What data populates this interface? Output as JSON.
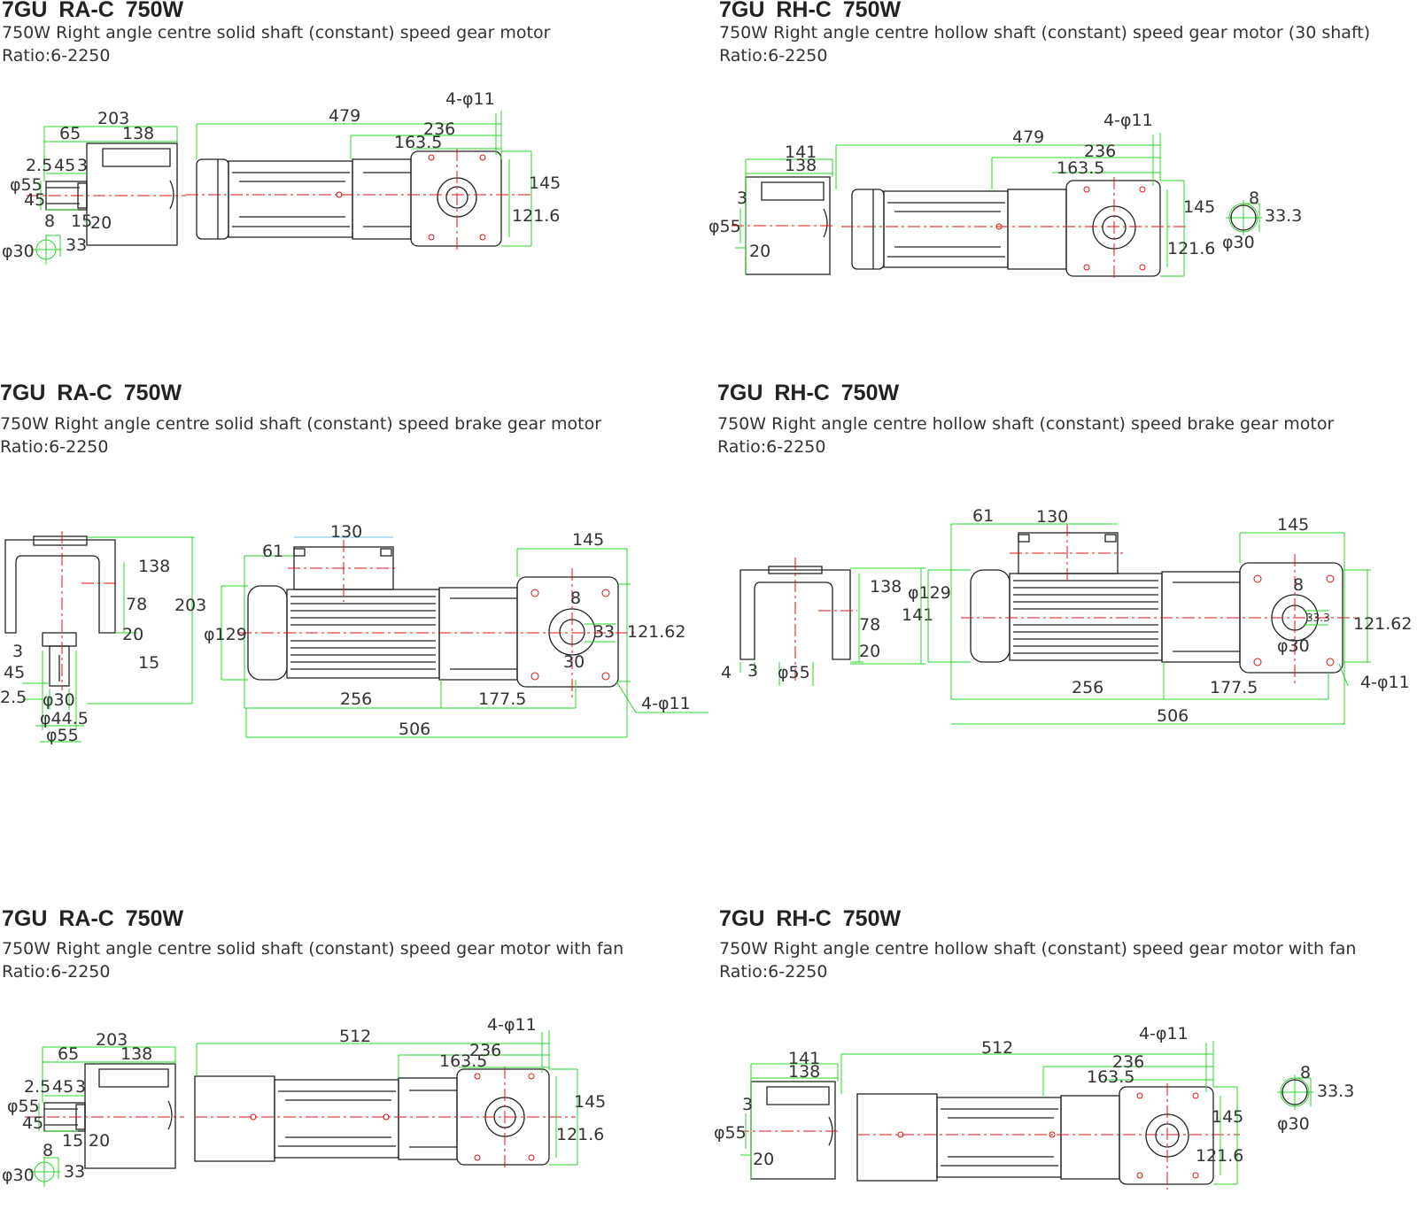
{
  "panels": [
    {
      "title": "7GU  RA-C  750W",
      "subtitle": "750W Right angle centre solid shaft (constant) speed gear motor",
      "ratio": "Ratio:6-2250"
    },
    {
      "title": "7GU  RH-C  750W",
      "subtitle": "750W Right angle centre hollow shaft (constant) speed gear motor (30 shaft)",
      "ratio": "Ratio:6-2250"
    },
    {
      "title": "7GU   RA-C  750W",
      "subtitle": "750W Right angle centre solid shaft (constant) speed brake gear motor",
      "ratio": "Ratio:6-2250"
    },
    {
      "title": "7GU  RH-C  750W",
      "subtitle": "750W Right angle centre hollow shaft   (constant)   speed brake gear motor",
      "ratio": "Ratio:6-2250"
    },
    {
      "title": "7GU  RA-C  750W",
      "subtitle": "750W Right angle centre solid shaft (constant) speed gear motor with fan",
      "ratio": "Ratio:6-2250"
    },
    {
      "title": "7GU  RH-C  750W",
      "subtitle": "750W Right angle centre hollow shaft (constant) speed gear motor with fan",
      "ratio": "Ratio:6-2250"
    }
  ],
  "dims": {
    "p1": {
      "d203": "203",
      "d65": "65",
      "d138": "138",
      "d2_5": "2.5",
      "d45a": "45",
      "d3": "3",
      "phi55": "φ55",
      "d45b": "45",
      "d8": "8",
      "d15": "15",
      "d20": "20",
      "phi30": "φ30",
      "d33": "33",
      "d479": "479",
      "hole": "4-φ11",
      "d236": "236",
      "d163_5": "163.5",
      "d145": "145",
      "d121_6": "121.6"
    },
    "p2": {
      "d141": "141",
      "d138": "138",
      "d3": "3",
      "phi55": "φ55",
      "d20": "20",
      "d479": "479",
      "hole": "4-φ11",
      "d236": "236",
      "d163_5": "163.5",
      "d145": "145",
      "d121_6": "121.6",
      "d8": "8",
      "d33_3": "33.3",
      "phi30": "φ30"
    },
    "p3": {
      "d138": "138",
      "d78": "78",
      "d203": "203",
      "d20": "20",
      "d3": "3",
      "d45": "45",
      "d15": "15",
      "d2_5": "2.5",
      "phi30": "φ30",
      "phi44_5": "φ44.5",
      "phi55": "φ55",
      "d130": "130",
      "d61": "61",
      "phi129": "φ129",
      "d145": "145",
      "d8": "8",
      "d33": "33",
      "d121_62": "121.62",
      "d30": "30",
      "d256": "256",
      "d177_5": "177.5",
      "hole": "4-φ11",
      "d506": "506"
    },
    "p4": {
      "d138": "138",
      "d78": "78",
      "d141": "141",
      "d20": "20",
      "d4": "4",
      "d3": "3",
      "phi55": "φ55",
      "d61": "61",
      "d130": "130",
      "phi129": "φ129",
      "d145": "145",
      "d8": "8",
      "d33_3": "33.3",
      "d121_62": "121.62",
      "phi30": "φ30",
      "d256": "256",
      "d177_5": "177.5",
      "hole": "4-φ11",
      "d506": "506"
    },
    "p5": {
      "d203": "203",
      "d65": "65",
      "d138": "138",
      "d2_5": "2.5",
      "d45a": "45",
      "d3": "3",
      "phi55": "φ55",
      "d45b": "45",
      "d15": "15",
      "d20": "20",
      "d8": "8",
      "phi30": "φ30",
      "d33": "33",
      "d512": "512",
      "hole": "4-φ11",
      "d236": "236",
      "d163_5": "163.5",
      "d145": "145",
      "d121_6": "121.6"
    },
    "p6": {
      "d141": "141",
      "d138": "138",
      "d3": "3",
      "phi55": "φ55",
      "d20": "20",
      "d512": "512",
      "hole": "4-φ11",
      "d236": "236",
      "d163_5": "163.5",
      "d145": "145",
      "d121_6": "121.6",
      "d8": "8",
      "d33_3": "33.3",
      "phi30": "φ30"
    }
  },
  "colors": {
    "dimension_line": "#2bd42b",
    "center_line": "#e01010",
    "outline": "#222222",
    "callout": "#6ec6e8"
  }
}
